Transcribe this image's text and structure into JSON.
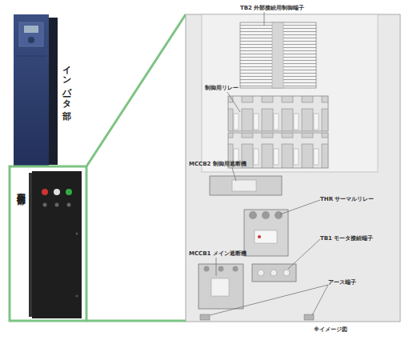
{
  "diagram": {
    "labels": [
      "インバータ部",
      "商用切替部",
      "TB2 外部接続用制御端子",
      "制御用リレー",
      "MCCB2 制御用遮断機",
      "THR サーマルリレー",
      "MCCB1 メイン遮断機",
      "TB1 モータ接続端子",
      "アース端子",
      "※イメージ図"
    ]
  }
}
